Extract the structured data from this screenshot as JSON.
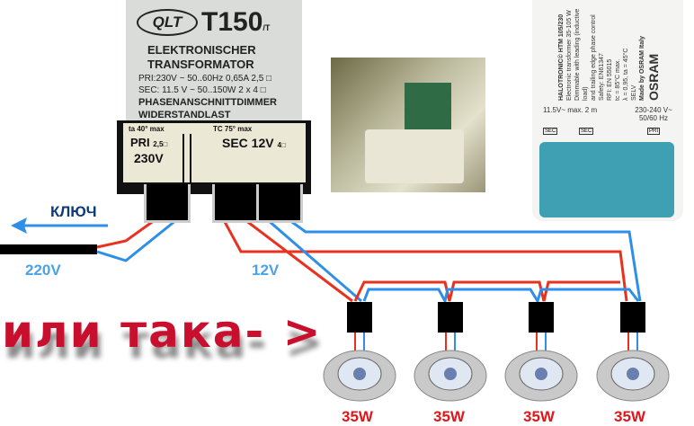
{
  "transformer_label": {
    "logo": "QLT",
    "model": "T150",
    "model_suffix": "/T",
    "line1": "ELEKTRONISCHER",
    "line2": "TRANSFORMATOR",
    "line3": "PRI:230V ~ 50..60Hz 0,65A 2,5 □",
    "line4": "SEC: 11.5 V ~ 50..150W 2 x 4 □",
    "line5": "PHASENANSCHNITTDIMMER",
    "line6": "WIDERSTANDLAST"
  },
  "transformer_plate": {
    "ta": "ta 40° max",
    "tc": "TC 75° max",
    "pri": "PRI",
    "pri_size": "2,5□",
    "pri_voltage": "230V",
    "sec": "SEC 12V",
    "sec_size": "4□"
  },
  "osram": {
    "text": [
      "HALOTRONIC© HTM 105/230",
      "Electronic transformer 35-105 W",
      "Dimmable with leading (inductive load)",
      "and trailing edge phase control",
      "Safety: EN61347",
      "RFI: EN 55015",
      "tc = 85°C max.",
      "λ = 0,95, ta = 45°C",
      "SELV",
      "Made by OSRAM Italy",
      "OSRAM"
    ],
    "sec_spec": "11.5V~ max. 2 m",
    "pri_spec": "230-240 V~ 50/60 Hz",
    "sec_label": "SEC",
    "pri_label": "PRI"
  },
  "labels": {
    "switch": "КЛЮЧ",
    "input_voltage": "220V",
    "output_voltage": "12V",
    "or_like_this": "или така- >"
  },
  "lamps": [
    {
      "power": "35W"
    },
    {
      "power": "35W"
    },
    {
      "power": "35W"
    },
    {
      "power": "35W"
    }
  ],
  "colors": {
    "live": "#e8321e",
    "neutral": "#2f8fe8",
    "cable": "#000000",
    "caption": "#c8102e"
  }
}
